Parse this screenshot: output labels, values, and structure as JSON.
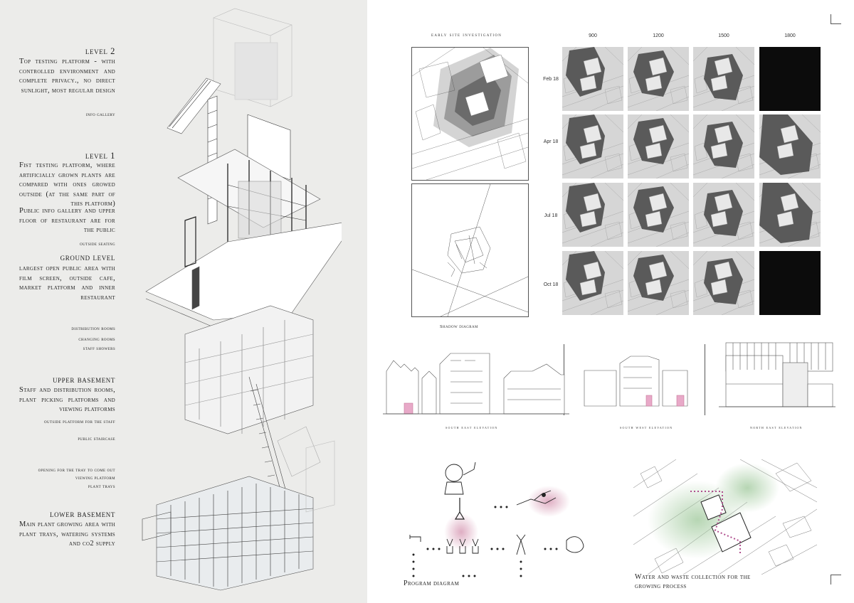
{
  "levels": {
    "level2": {
      "heading": "level 2",
      "description": "Top testing platform - with controlled environment and complete privacy., no direct sunlight, most regular design"
    },
    "info_gallery": "info gallery",
    "level1": {
      "heading": "level 1",
      "description_a": "Fist testing platform, where artificially grown plants are compared with ones growed outside (at the same part of this platform)",
      "description_b": "Public info gallery and upper floor of restaurant are for the public"
    },
    "outside_seating": "outside seating",
    "ground": {
      "heading": "ground level",
      "description": "largest open public area with film screen, outside cafe, market platform and inner restaurant"
    },
    "notes_a": [
      "distribution rooms",
      "changing rooms",
      "staff showers"
    ],
    "upper_basement": {
      "heading": "upper basement",
      "description": "Staff and distribution rooms, plant picking platforms and viewing platforms"
    },
    "notes_b": [
      "outside platform for the staff",
      "public staircase"
    ],
    "notes_c": [
      "opening for the tray to come out",
      "viewing platform",
      "plant trays"
    ],
    "lower_basement": {
      "heading": "lower basement",
      "description": "Main plant growing area with plant trays, watering systems and co2 supply"
    }
  },
  "site": {
    "title": "early site investigation",
    "shadow_caption": "Shadow diagram",
    "times": [
      "900",
      "1200",
      "1500",
      "1800"
    ],
    "months": [
      "Feb 18",
      "Apr 18",
      "Jul 18",
      "Oct 18"
    ],
    "dark_cells": [
      [
        0,
        3
      ],
      [
        3,
        3
      ]
    ]
  },
  "elevations": [
    "south east elevation",
    "south west elevation",
    "north east elevation"
  ],
  "program_caption": "Program diagram",
  "water_caption_line1": "Water and waste collection for the",
  "water_caption_line2": "growing process",
  "colors": {
    "accent_pink": "#c9779a",
    "green_wash": "#9ec89a",
    "panel_bg": "#ececea"
  }
}
